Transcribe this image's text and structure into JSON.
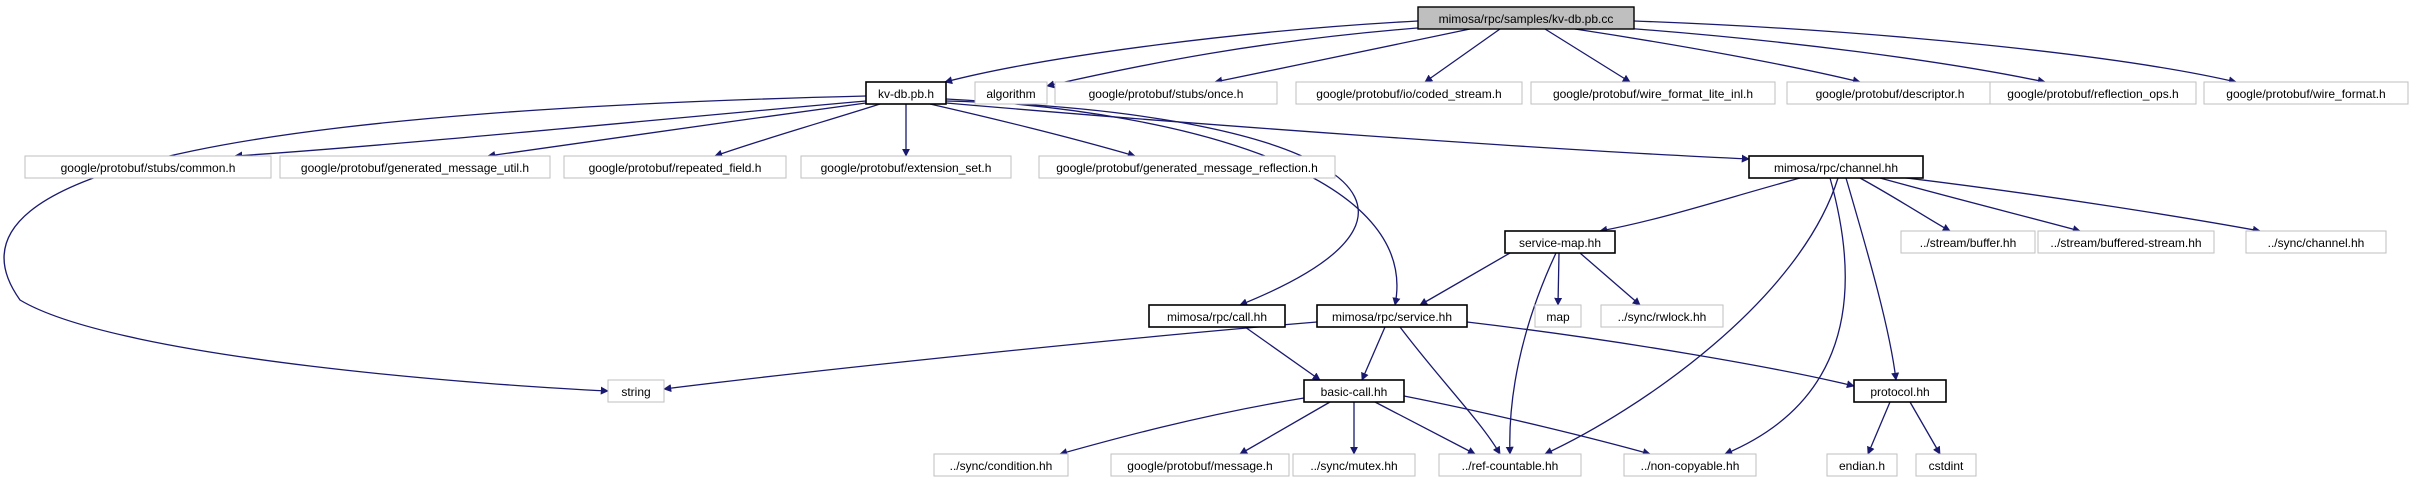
{
  "graph": {
    "nodes": {
      "root": "mimosa/rpc/samples/kv-db.pb.cc",
      "kvdb": "kv-db.pb.h",
      "algorithm": "algorithm",
      "once": "google/protobuf/stubs/once.h",
      "coded": "google/protobuf/io/coded_stream.h",
      "wfli": "google/protobuf/wire_format_lite_inl.h",
      "desc": "google/protobuf/descriptor.h",
      "refl": "google/protobuf/reflection_ops.h",
      "wf": "google/protobuf/wire_format.h",
      "common": "google/protobuf/stubs/common.h",
      "gmu": "google/protobuf/generated_message_util.h",
      "rf": "google/protobuf/repeated_field.h",
      "ext": "google/protobuf/extension_set.h",
      "gmr": "google/protobuf/generated_message_reflection.h",
      "channel": "mimosa/rpc/channel.hh",
      "smap": "service-map.hh",
      "buffer": "../stream/buffer.hh",
      "bstream": "../stream/buffered-stream.hh",
      "schannel": "../sync/channel.hh",
      "map": "map",
      "rwlock": "../sync/rwlock.hh",
      "call": "mimosa/rpc/call.hh",
      "service": "mimosa/rpc/service.hh",
      "string": "string",
      "basic": "basic-call.hh",
      "protocol": "protocol.hh",
      "cond": "../sync/condition.hh",
      "message": "google/protobuf/message.h",
      "mutex": "../sync/mutex.hh",
      "refc": "../ref-countable.hh",
      "noncopy": "../non-copyable.hh",
      "endian": "endian.h",
      "cstdint": "cstdint"
    }
  }
}
